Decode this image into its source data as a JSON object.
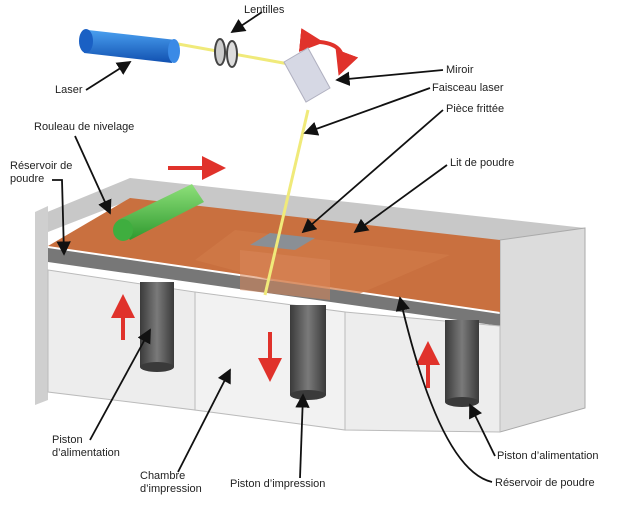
{
  "labels": {
    "lentilles": "Lentilles",
    "laser": "Laser",
    "miroir": "Miroir",
    "faisceau": "Faisceau laser",
    "piece": "Pièce frittée",
    "rouleau": "Rouleau de nivelage",
    "reservoir_left_1": "Réservoir de",
    "reservoir_left_2": "poudre",
    "lit": "Lit de poudre",
    "piston_alim_left_1": "Piston",
    "piston_alim_left_2": "d’alimentation",
    "chambre_1": "Chambre",
    "chambre_2": "d’impression",
    "piston_impression": "Piston d’impression",
    "piston_alim_right": "Piston d’alimentation",
    "reservoir_right": "Réservoir de poudre"
  },
  "colors": {
    "laser": "#1f6fd6",
    "beam": "#f0ea7a",
    "roller": "#4cc24a",
    "powder": "#c9703f",
    "motion_arrow": "#e0322b",
    "wall": "#d9d9d9",
    "piston": "#5a5a5a"
  }
}
